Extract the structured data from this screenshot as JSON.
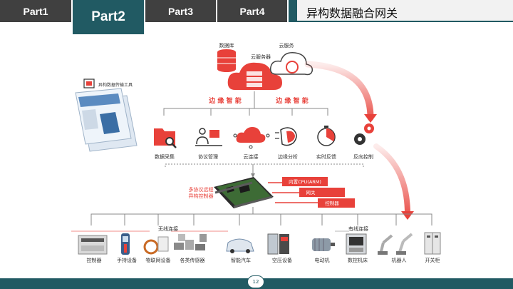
{
  "tabs": [
    {
      "label": "Part1",
      "active": false
    },
    {
      "label": "Part2",
      "active": true
    },
    {
      "label": "Part3",
      "active": false
    },
    {
      "label": "Part4",
      "active": false
    }
  ],
  "title": "异构数据融合网关",
  "page_number": "12",
  "cloud": {
    "database": "数据库",
    "cloud_server": "云服务器",
    "cloud_service": "云服务"
  },
  "tool_label": "异构数据传输工具",
  "edge_left": "边 缘 智 能",
  "edge_right": "边 缘 智 能",
  "functions": [
    "数据采集",
    "协议管理",
    "云连接",
    "边缘分析",
    "实时反馈",
    "反向控制"
  ],
  "controller_label_1": "多协议远程",
  "controller_label_2": "异构控制器",
  "tags": [
    "内置CPU(ARM)",
    "网关",
    "控制器"
  ],
  "wireless_label": "无线连接",
  "wired_label": "有线连接",
  "devices": [
    "控制器",
    "手持设备",
    "物联网设备",
    "各类传感器",
    "智能汽车",
    "空压设备",
    "电动机",
    "数控机床",
    "机器人",
    "开关柜"
  ],
  "colors": {
    "accent": "#215a63",
    "tab_dark": "#404040",
    "red": "#e8413a",
    "gray": "#888888"
  }
}
